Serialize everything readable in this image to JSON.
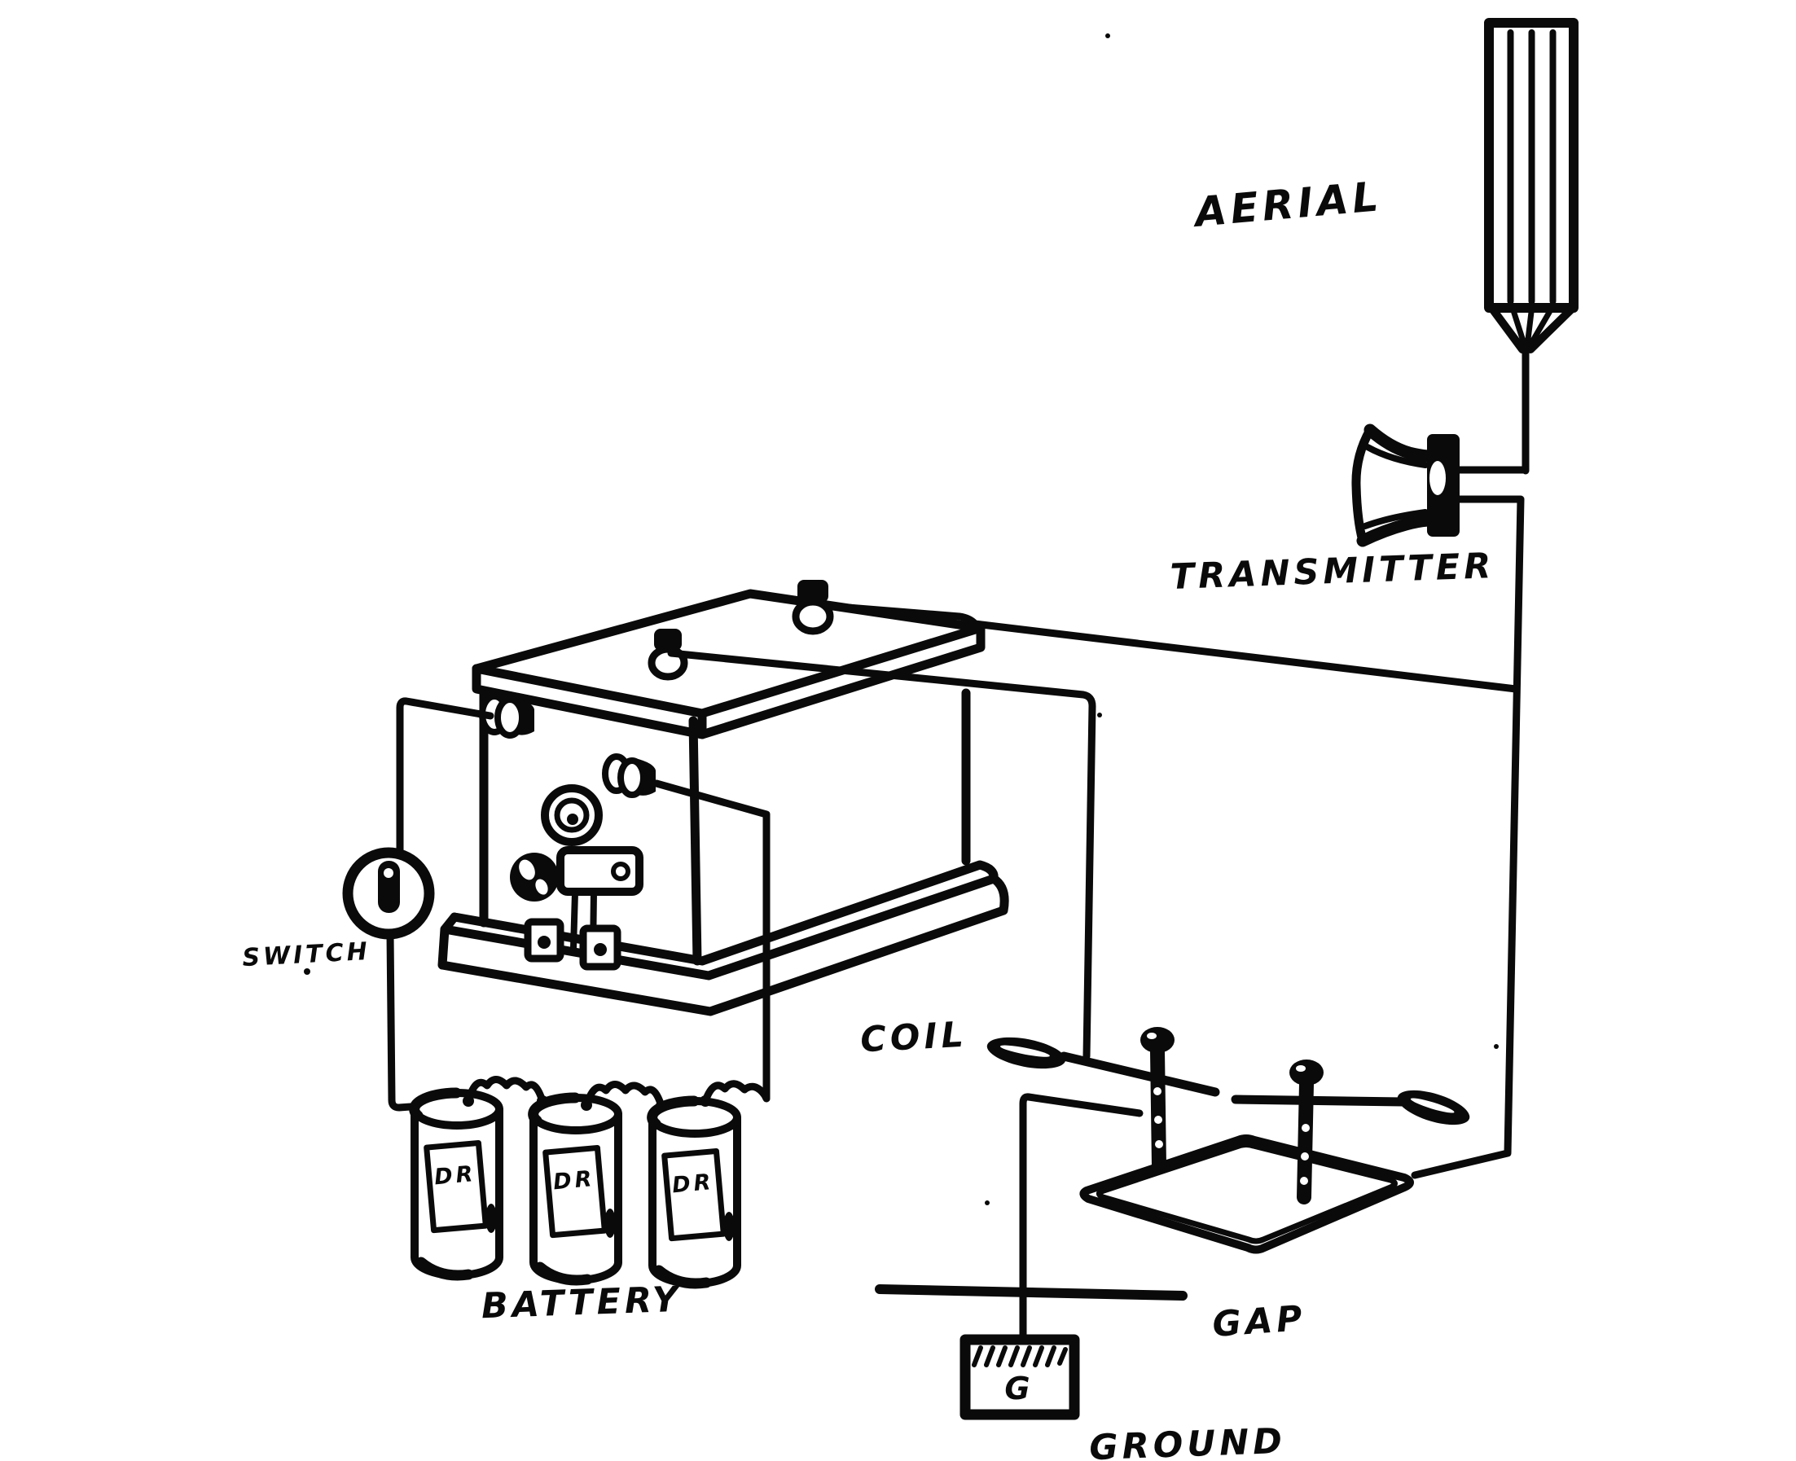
{
  "page": {
    "background_color": "#ffffff",
    "ink_color": "#0a0a0a"
  },
  "labels": {
    "aerial": "AERIAL",
    "transmitter": "TRANSMITTER",
    "coil": "COIL",
    "switch": "SWITCH",
    "battery": "BATTERY",
    "gap": "GAP",
    "ground": "GROUND"
  },
  "battery": {
    "cells": [
      {
        "label": "DR"
      },
      {
        "label": "DR"
      },
      {
        "label": "DR"
      }
    ]
  },
  "ground": {
    "letter": "G"
  }
}
